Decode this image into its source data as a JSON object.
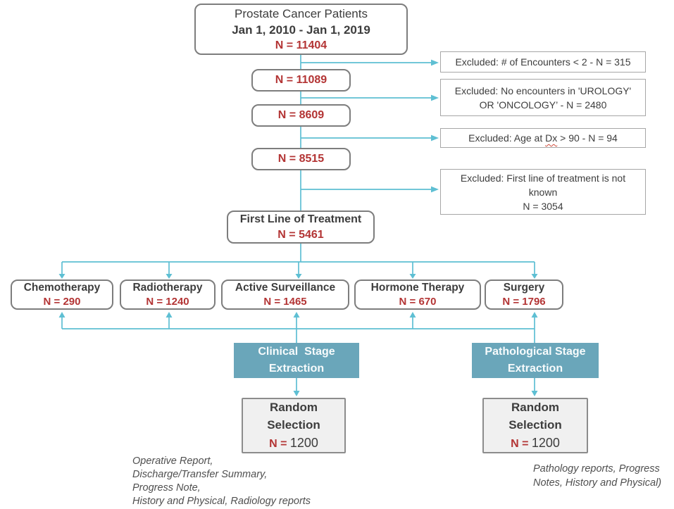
{
  "palette": {
    "red": "#b33434",
    "dark_text": "#3d3d3d",
    "teal_box_fill": "#6aa6ba",
    "connector_teal": "#5ebfd3"
  },
  "top_box": {
    "title": "Prostate Cancer Patients",
    "date_range": "Jan 1, 2010 - Jan 1, 2019",
    "n": "N = 11404"
  },
  "cohort_steps": [
    {
      "n": "N = 11089"
    },
    {
      "n": "N = 8609"
    },
    {
      "n": "N = 8515"
    }
  ],
  "excluded": [
    {
      "text": "Excluded: # of Encounters < 2 - N = 315"
    },
    {
      "text": "Excluded: No encounters in 'UROLOGY'\nOR 'ONCOLOGY’ - N = 2480"
    },
    {
      "pre": "Excluded: Age at ",
      "flagged": "Dx",
      "post": " > 90 - N = 94"
    },
    {
      "text": "Excluded: First line of treatment is not\nknown\nN = 3054"
    }
  ],
  "first_line": {
    "label": "First Line of Treatment",
    "n": "N = 5461"
  },
  "treatments": [
    {
      "label": "Chemotherapy",
      "n": "N = 290"
    },
    {
      "label": "Radiotherapy",
      "n": "N = 1240"
    },
    {
      "label": "Active Surveillance",
      "n": "N = 1465"
    },
    {
      "label": "Hormone Therapy",
      "n": "N = 670"
    },
    {
      "label": "Surgery",
      "n": "N = 1796"
    }
  ],
  "extraction": [
    {
      "label": "Clinical  Stage\nExtraction"
    },
    {
      "label": "Pathological Stage\nExtraction"
    }
  ],
  "random_selection": [
    {
      "line1": "Random",
      "line2": "Selection",
      "n_label": "N = ",
      "n_value": "1200"
    },
    {
      "line1": "Random",
      "line2": "Selection",
      "n_label": "N = ",
      "n_value": "1200"
    }
  ],
  "notes": {
    "left": "Operative Report,\nDischarge/Transfer Summary,\nProgress Note,\nHistory and Physical, Radiology reports",
    "right": "Pathology reports, Progress\nNotes, History and Physical)"
  }
}
